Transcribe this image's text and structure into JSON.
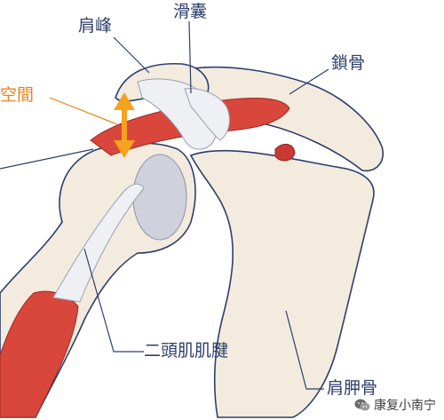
{
  "labels": {
    "acromion": "肩峰",
    "bursa": "滑囊",
    "clavicle": "鎖骨",
    "space": "空間",
    "biceps_tendon": "二頭肌肌腱",
    "scapula": "肩胛骨"
  },
  "watermark": {
    "text": "康复小南宁",
    "icon": "wechat-icon"
  },
  "colors": {
    "bone": "#f3ebde",
    "outline": "#2d3f6b",
    "muscle": "#d9463c",
    "tendon": "#eef0f4",
    "cartilage": "#cfd2dc",
    "arrow": "#f5a21f",
    "label_orange": "#e8841e"
  }
}
